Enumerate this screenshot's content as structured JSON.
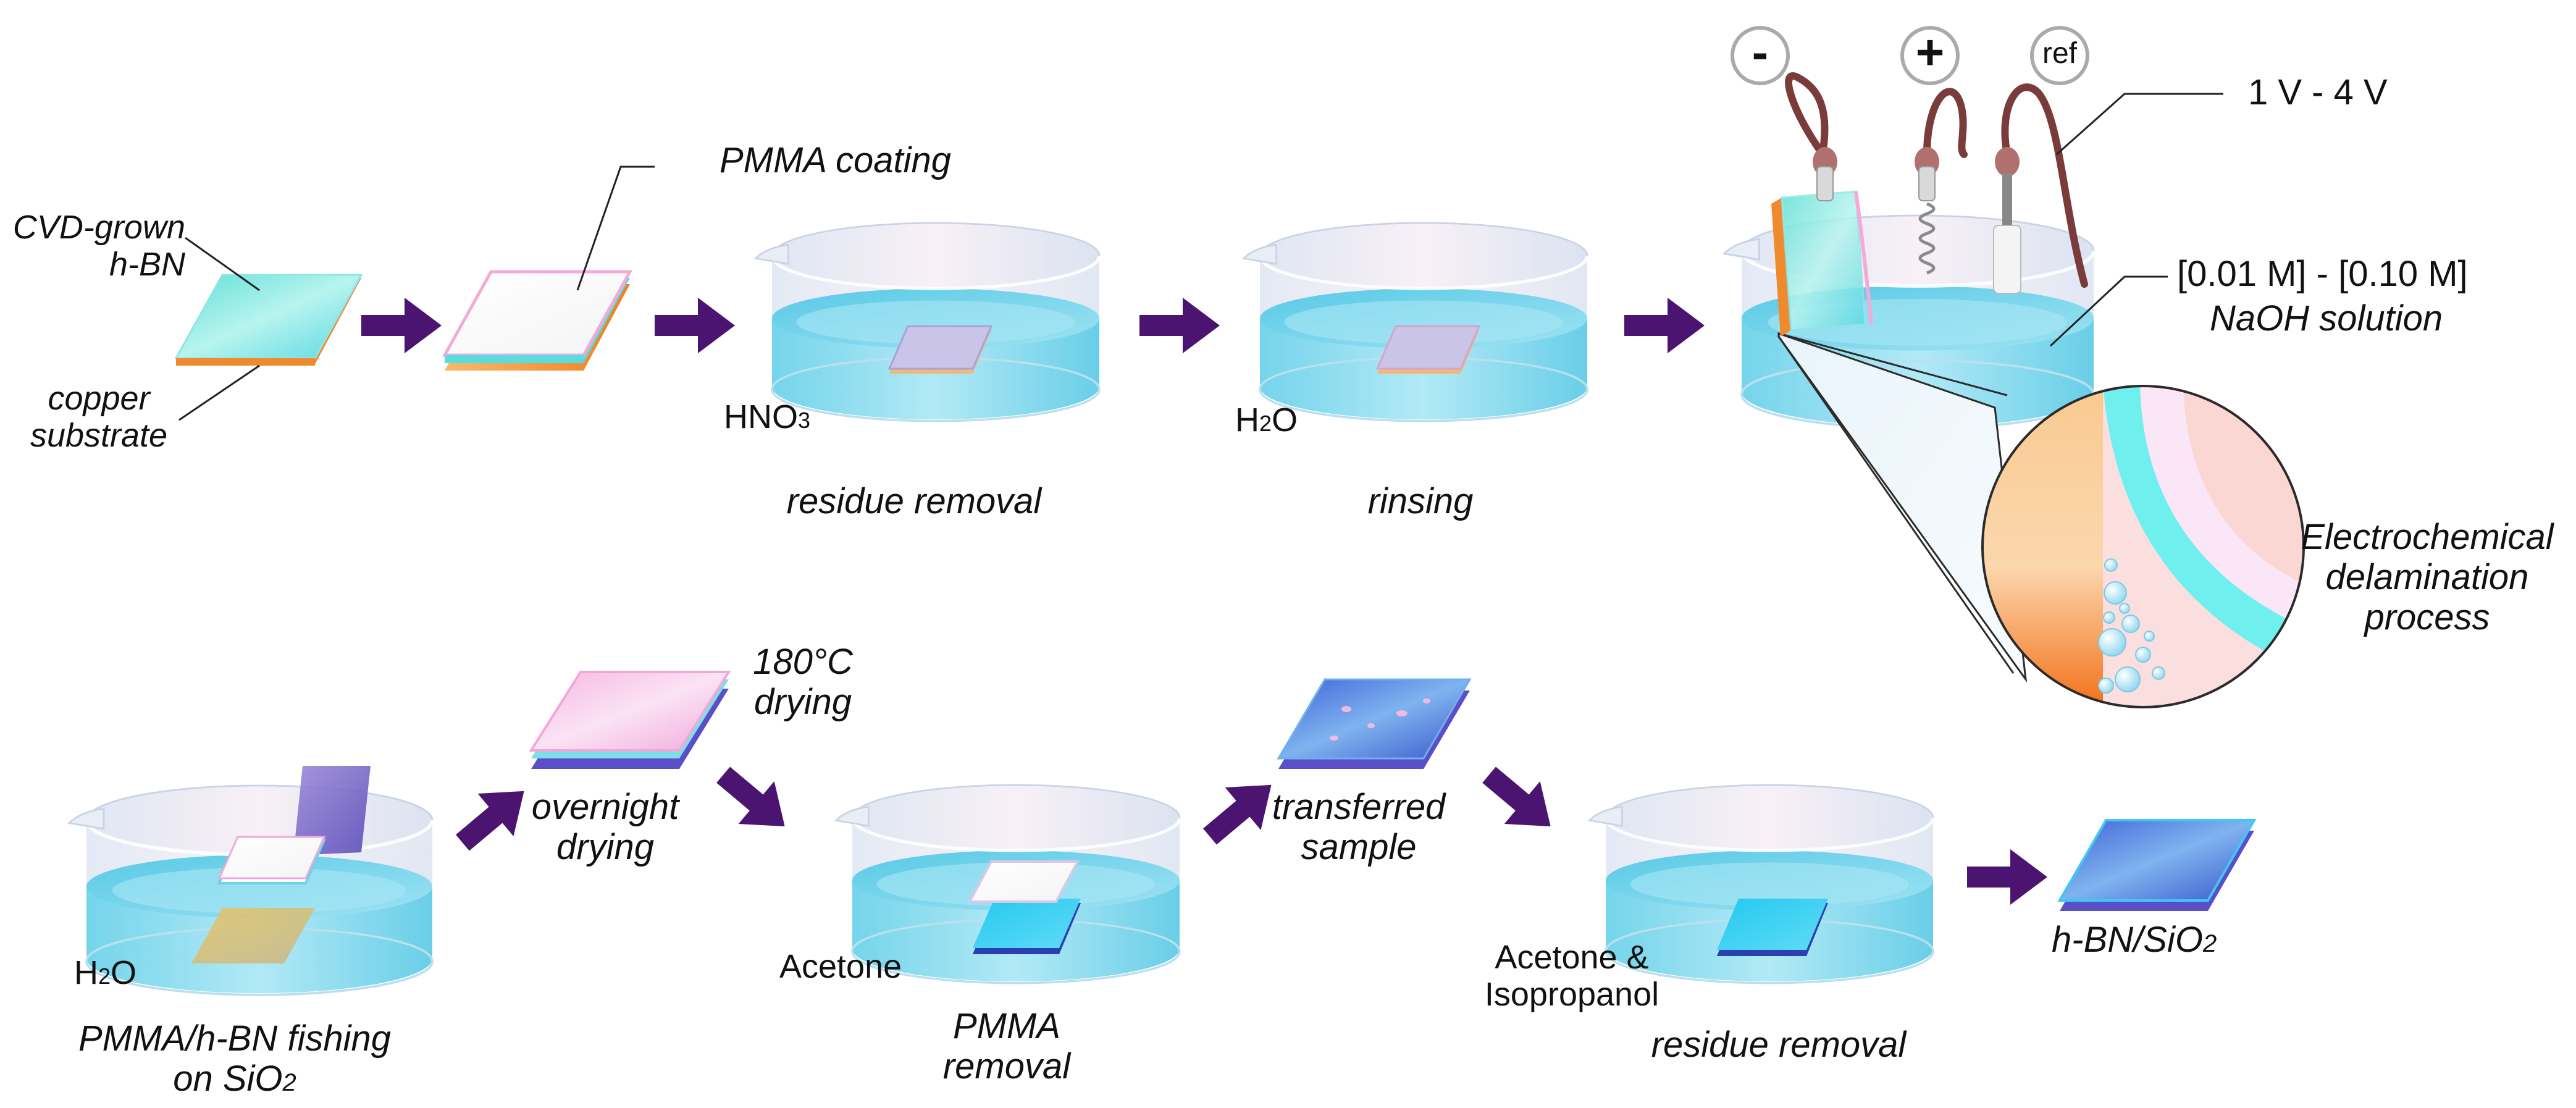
{
  "labels": {
    "cvd_grown_1": "CVD-grown",
    "cvd_grown_2": "h-BN",
    "copper_1": "copper",
    "copper_2": "substrate",
    "pmma_coating": "PMMA coating",
    "hno3": "HNO",
    "hno3_sub": "3",
    "residue_removal_1": "residue removal",
    "h2o_top_a": "H",
    "h2o_top_sub": "2",
    "h2o_top_b": "O",
    "rinsing": "rinsing",
    "minus": "-",
    "plus": "+",
    "ref": "ref",
    "voltage": "1 V - 4 V",
    "molarity": "[0.01 M] - [0.10 M]",
    "naoh": "NaOH solution",
    "electro_1": "Electrochemical",
    "electro_2": "delamination",
    "electro_3": "process",
    "h2o_bot_a": "H",
    "h2o_bot_sub": "2",
    "h2o_bot_b": "O",
    "fishing_1": "PMMA/h-BN fishing",
    "fishing_2a": "on SiO",
    "fishing_2sub": "2",
    "temp_1": "180°C",
    "temp_2": "drying",
    "overnight_1": "overnight",
    "overnight_2": "drying",
    "acetone": "Acetone",
    "pmma_removal_1": "PMMA",
    "pmma_removal_2": "removal",
    "transferred_1": "transferred",
    "transferred_2": "sample",
    "acetone_iso_1": "Acetone &",
    "acetone_iso_2": "Isopropanol",
    "residue_removal_2": "residue removal",
    "final_a": "h-BN/SiO",
    "final_sub": "2"
  },
  "colors": {
    "arrow": "#4a1470",
    "liquid": "#5fd0ea",
    "copper": "#f59a3a",
    "hbn": "#6ee8e0",
    "pmma": "#f4a9d8",
    "sio2": "#5a4fc8",
    "wire": "#7a3b3b"
  }
}
